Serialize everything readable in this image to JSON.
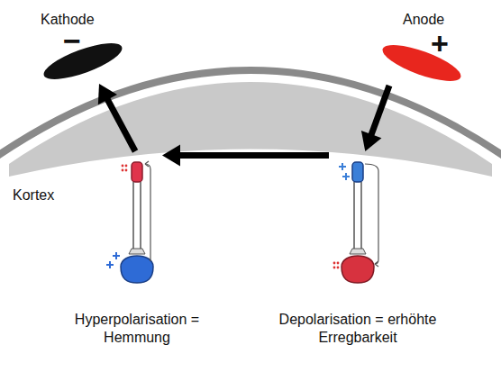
{
  "diagram": {
    "nodes": [
      {
        "text": [
          "Kathode",
          "−"
        ]
      },
      {
        "text": [
          "Anode",
          "+"
        ]
      },
      {
        "text": [
          "Hyperpolarisation = Hemmung"
        ]
      },
      {
        "text": [
          "Depolarisation = erhöhte Erregbarkeit"
        ]
      }
    ],
    "edges": [
      {
        "from": 1,
        "to": 3,
        "arrow": "to"
      },
      {
        "from": 3,
        "to": 2,
        "arrow": "to"
      },
      {
        "from": 2,
        "to": 0,
        "arrow": "to"
      }
    ],
    "labels": [
      "Kortex"
    ]
  }
}
